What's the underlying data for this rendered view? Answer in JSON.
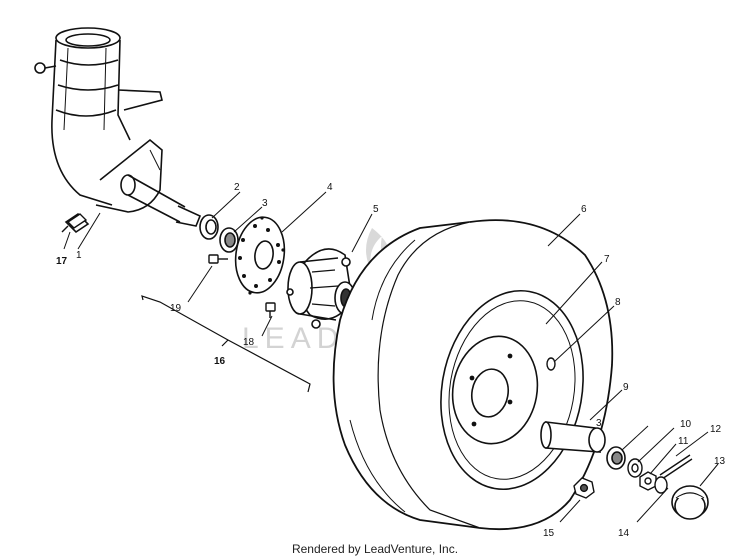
{
  "diagram": {
    "callouts": [
      {
        "id": "1",
        "text": "1"
      },
      {
        "id": "2",
        "text": "2"
      },
      {
        "id": "3a",
        "text": "3"
      },
      {
        "id": "3b",
        "text": "3"
      },
      {
        "id": "4",
        "text": "4"
      },
      {
        "id": "5",
        "text": "5"
      },
      {
        "id": "6",
        "text": "6"
      },
      {
        "id": "7",
        "text": "7"
      },
      {
        "id": "8",
        "text": "8"
      },
      {
        "id": "9",
        "text": "9"
      },
      {
        "id": "10",
        "text": "10"
      },
      {
        "id": "11",
        "text": "11"
      },
      {
        "id": "12",
        "text": "12"
      },
      {
        "id": "13",
        "text": "13"
      },
      {
        "id": "14",
        "text": "14"
      },
      {
        "id": "15",
        "text": "15"
      },
      {
        "id": "16",
        "text": "16"
      },
      {
        "id": "17",
        "text": "17"
      },
      {
        "id": "18",
        "text": "18"
      },
      {
        "id": "19",
        "text": "19"
      }
    ],
    "watermark": "LEADVENTURE",
    "credit": "Rendered by LeadVenture, Inc."
  },
  "colors": {
    "line": "#111111",
    "background": "#ffffff",
    "watermark": "#c9c9c9"
  }
}
